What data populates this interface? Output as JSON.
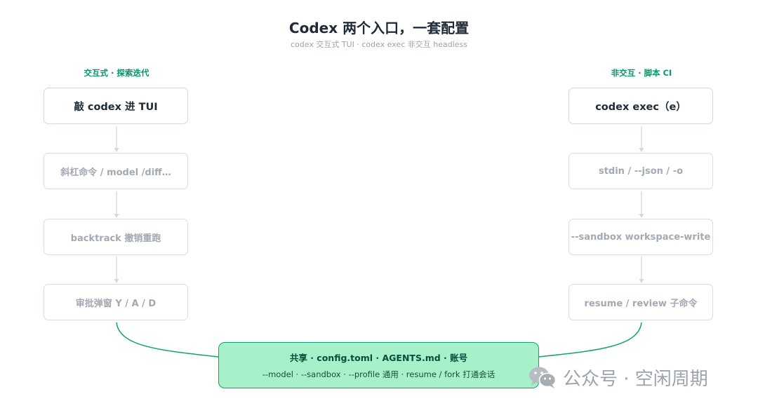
{
  "header": {
    "title": "Codex 两个入口，一套配置",
    "subtitle": "codex 交互式 TUI · codex exec 非交互 headless"
  },
  "left": {
    "label": "交互式 · 探索迭代",
    "steps": [
      "敲 codex 进 TUI",
      "斜杠命令 / model /diff…",
      "backtrack 撤销重跑",
      "审批弹窗 Y / A / D"
    ]
  },
  "right": {
    "label": "非交互 · 脚本 CI",
    "steps": [
      "codex exec（e）",
      "stdin / --json / -o",
      "--sandbox workspace-write",
      "resume / review 子命令"
    ]
  },
  "shared": {
    "title": "共享 · config.toml · AGENTS.md · 账号",
    "subtitle": "--model · --sandbox · --profile 通用 · resume / fork 打通会话"
  },
  "watermark": {
    "text": "公众号 · 空闲周期",
    "icon": "wechat-icon"
  },
  "colors": {
    "accent": "#059669",
    "shared_fill": "#a7f0c9",
    "connector": "#10a36b",
    "box_border": "#d9dde3"
  }
}
